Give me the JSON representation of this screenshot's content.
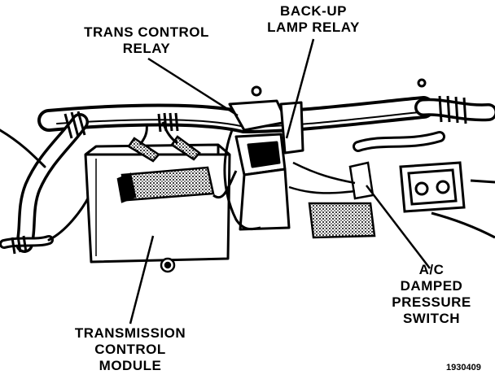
{
  "labels": {
    "trans_control_relay": [
      "TRANS CONTROL",
      "RELAY"
    ],
    "backup_lamp_relay": [
      "BACK-UP",
      "LAMP RELAY"
    ],
    "ac_switch": [
      "A/C",
      "DAMPED",
      "PRESSURE",
      "SWITCH"
    ],
    "tcm": [
      "TRANSMISSION",
      "CONTROL",
      "MODULE"
    ]
  },
  "figure_number": "1930409",
  "colors": {
    "ink": "#000000",
    "paper": "#ffffff"
  }
}
